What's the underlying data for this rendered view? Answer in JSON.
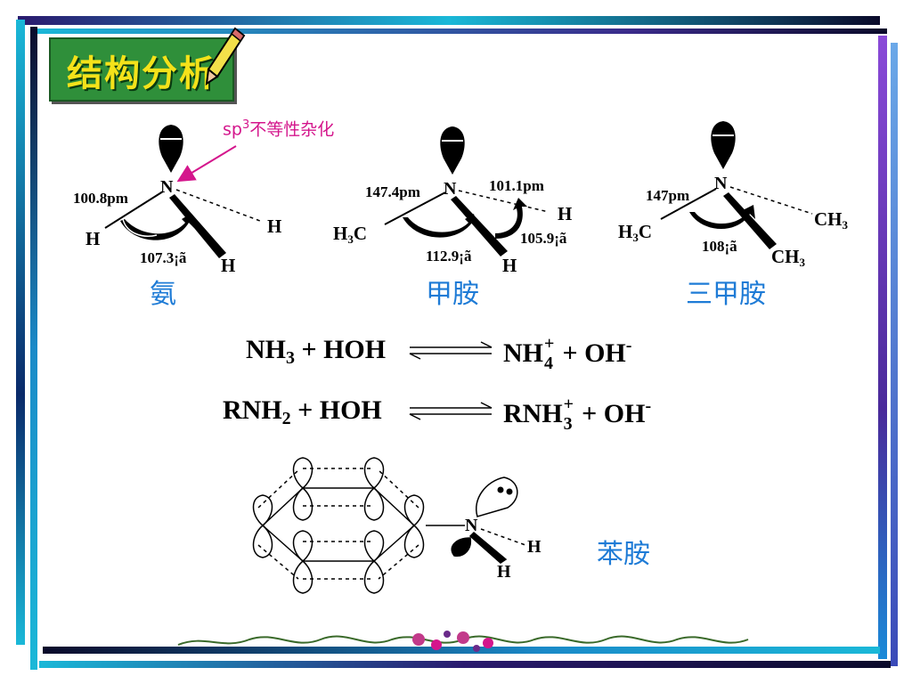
{
  "title": "结构分析",
  "hybrid_note": {
    "base": "sp",
    "sup": "3",
    "rest": "不等性杂化"
  },
  "ammonia": {
    "name": "氨",
    "atoms": {
      "N": "N",
      "H1": "H",
      "H2": "H",
      "H3": "H"
    },
    "bond_length": "100.8pm",
    "angle": "107.3¡ã"
  },
  "methylamine": {
    "name": "甲胺",
    "atoms": {
      "N": "N",
      "C": "H",
      "C_sub": "3",
      "C_tail": "C",
      "H1": "H",
      "H2": "H"
    },
    "bond_cn": "147.4pm",
    "bond_nh": "101.1pm",
    "angle_hnh": "105.9¡ã",
    "angle_cnh": "112.9¡ã"
  },
  "trimethylamine": {
    "name": "三甲胺",
    "atoms": {
      "N": "N",
      "C1": "H",
      "C1_sub": "3",
      "C1_tail": "C",
      "C2": "CH",
      "C2_sub": "3",
      "C3": "CH",
      "C3_sub": "3"
    },
    "bond_cn": "147pm",
    "angle": "108¡ã"
  },
  "equation1": {
    "r1": "NH",
    "r1_sub": "3",
    "plus1": " + HOH ",
    "p1": "NH",
    "p1_sup": "+",
    "p1_sub": "4",
    "plus2": " + OH",
    "p2_sup": "-"
  },
  "equation2": {
    "r1": "RNH",
    "r1_sub": "2",
    "plus1": " + HOH ",
    "p1": "RNH",
    "p1_sup": "+",
    "p1_sub": "3",
    "plus2": " + OH",
    "p2_sup": "-"
  },
  "aniline": {
    "name": "苯胺",
    "atoms": {
      "N": "N",
      "H1": "H",
      "H2": "H"
    }
  },
  "colors": {
    "note": "#d4168c",
    "chinese_label": "#1e7bd6",
    "title_bg": "#2f8f3a",
    "title_text": "#f4e21a"
  }
}
